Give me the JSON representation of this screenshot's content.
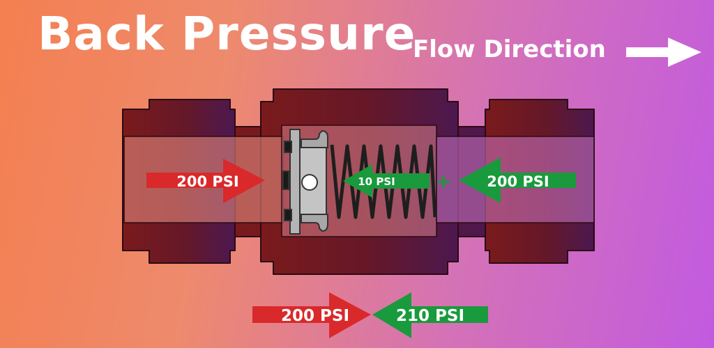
{
  "title": "Back Pressure",
  "flow": {
    "label": "Flow Direction"
  },
  "valve": {
    "inlet_pressure": "200 PSI",
    "spring_pressure": "10 PSI",
    "plus_sign": "+",
    "outlet_pressure": "200 PSI"
  },
  "comparison": {
    "forward_pressure": "200 PSI",
    "reverse_pressure": "210 PSI"
  },
  "colors": {
    "forward_arrow": "#d9292b",
    "reverse_arrow": "#199a3c",
    "body_left": "#7a1a1c",
    "body_right": "#4c1850",
    "background_start": "#f47f50",
    "background_end": "#c25ae0"
  }
}
